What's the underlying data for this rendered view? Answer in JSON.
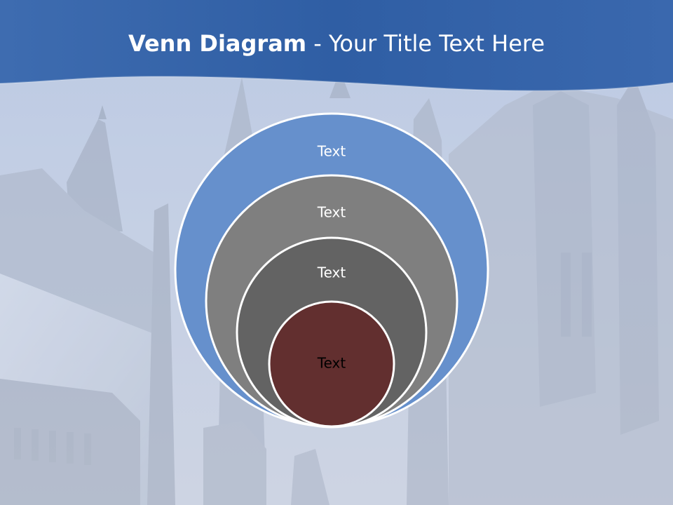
{
  "slide": {
    "title_bold": "Venn Diagram",
    "title_rest": " - Your Title Text Here",
    "header_color": "#3a66a8",
    "background_color": "#c2cde0"
  },
  "diagram": {
    "type": "stacked-venn",
    "circles": [
      {
        "label": "Text",
        "fill": "#6690cc",
        "text_color": "#ffffff"
      },
      {
        "label": "Text",
        "fill": "#7f7f7f",
        "text_color": "#ffffff"
      },
      {
        "label": "Text",
        "fill": "#636363",
        "text_color": "#ffffff"
      },
      {
        "label": "Text",
        "fill": "#622f2f",
        "text_color": "#000000"
      }
    ]
  }
}
